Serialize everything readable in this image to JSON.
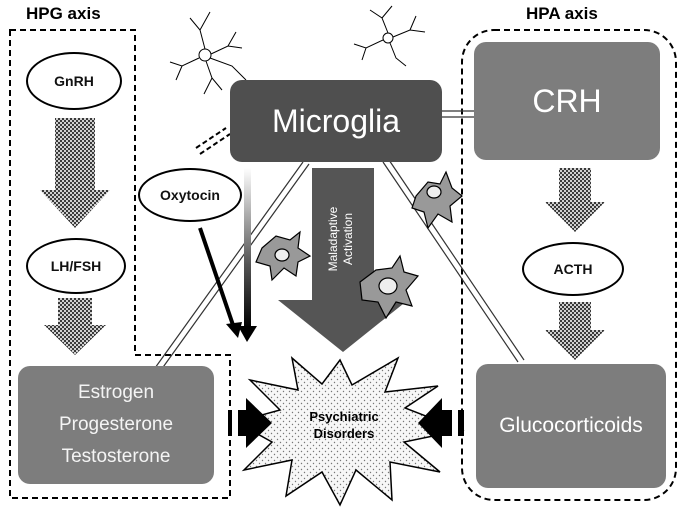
{
  "hpg": {
    "title": "HPG axis",
    "gnrh": "GnRH",
    "lhfsh": "LH/FSH",
    "hormones": [
      "Estrogen",
      "Progesterone",
      "Testosterone"
    ]
  },
  "hpa": {
    "title": "HPA axis",
    "crh": "CRH",
    "acth": "ACTH",
    "glucocorticoids": "Glucocorticoids"
  },
  "center": {
    "microglia": "Microglia",
    "oxytocin": "Oxytocin",
    "maladaptive_line1": "Maladaptive",
    "maladaptive_line2": "Activation",
    "psychiatric_line1": "Psychiatric",
    "psychiatric_line2": "Disorders"
  },
  "colors": {
    "box_gray": "#7d7d7d",
    "box_dark": "#4f4f4f",
    "arrow_dark": "#555555"
  }
}
